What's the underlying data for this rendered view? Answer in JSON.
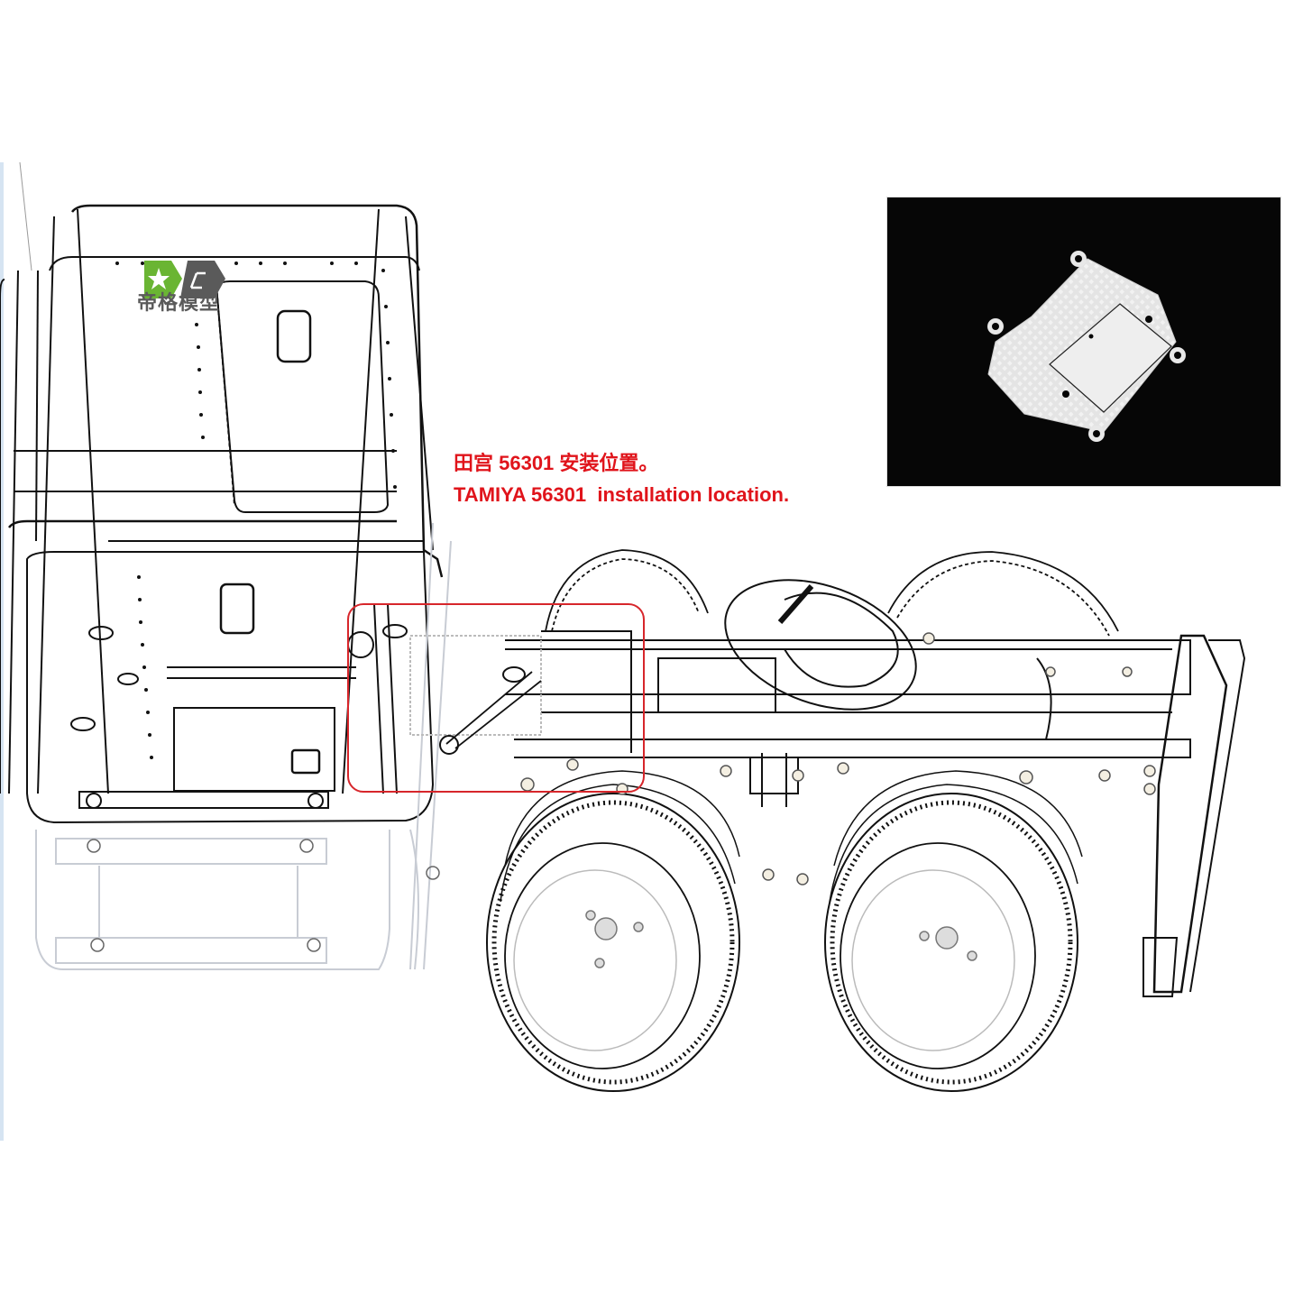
{
  "annotation": {
    "label_cn": "田宫 56301 安装位置。",
    "label_en": "TAMIYA 56301  installation location.",
    "color": "#e0141b"
  },
  "brand": {
    "logo_letters": "DG",
    "name_cn": "帝格模型",
    "green": "#6ab533",
    "gray": "#5a5a5a"
  },
  "inset_photo": {
    "subject": "metal-plate-part",
    "background": "#060606"
  },
  "highlight_box": {
    "color": "#d7262b"
  }
}
